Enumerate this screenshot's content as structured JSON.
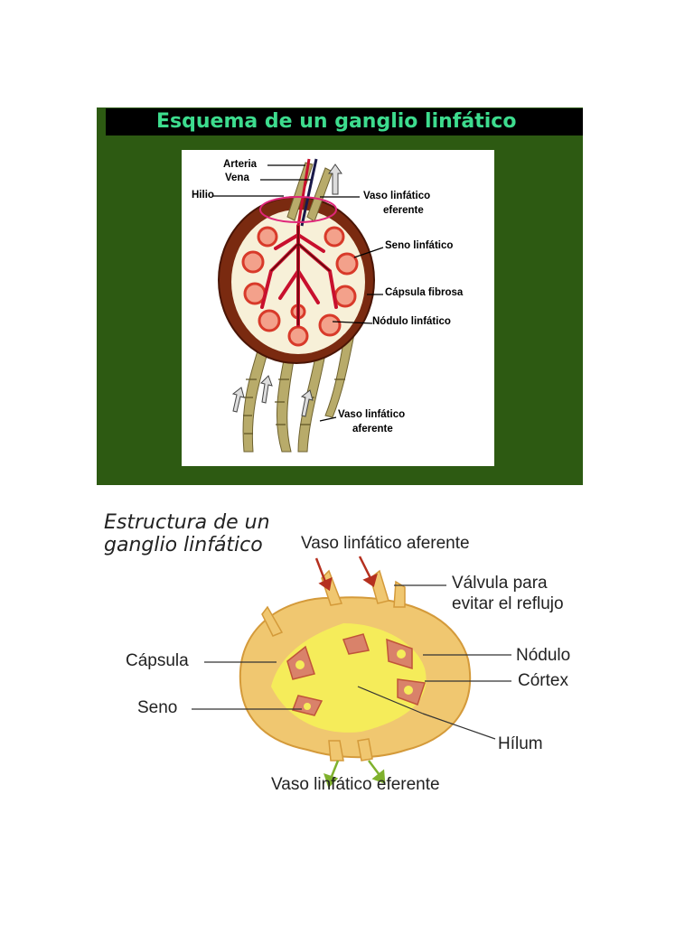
{
  "diagram1": {
    "title": "Esquema de un ganglio linfático",
    "labels": {
      "arteria": "Arteria",
      "vena": "Vena",
      "hilio": "Hilio",
      "vaso_eferente_1": "Vaso linfático",
      "vaso_eferente_2": "eferente",
      "seno": "Seno linfático",
      "capsula": "Cápsula fibrosa",
      "nodulo": "Nódulo linfático",
      "vaso_aferente_1": "Vaso linfático",
      "vaso_aferente_2": "aferente"
    },
    "colors": {
      "panel": "#2d5a12",
      "title_text": "#3ddc8e",
      "vessel": "#b8ab6a",
      "artery": "#c8102e"
    }
  },
  "diagram2": {
    "title_line1": "Estructura de un",
    "title_line2": "ganglio linfático",
    "labels": {
      "aferente": "Vaso linfático aferente",
      "valvula_1": "Válvula para",
      "valvula_2": "evitar el reflujo",
      "capsula": "Cápsula",
      "nodulo": "Nódulo",
      "cortex": "Córtex",
      "seno": "Seno",
      "hilum": "Hílum",
      "eferente": "Vaso linfático eferente"
    },
    "colors": {
      "node": "#f0c770",
      "inner": "#f5ec5a",
      "nodule": "#d9826a",
      "arrow_in": "#b5301f",
      "arrow_out": "#7fb12d"
    }
  }
}
